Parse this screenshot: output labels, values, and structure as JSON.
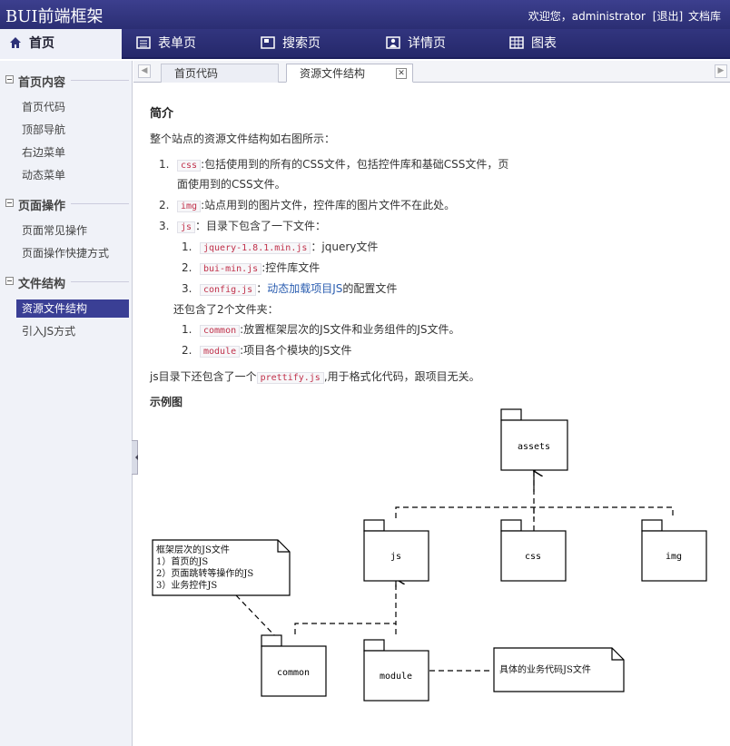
{
  "header": {
    "logo": "BUI前端框架",
    "welcome": "欢迎您，",
    "username": "administrator",
    "logout": "[退出]",
    "docs": "文档库"
  },
  "nav": [
    {
      "label": "首页",
      "icon": "home-icon"
    },
    {
      "label": "表单页",
      "icon": "form-icon"
    },
    {
      "label": "搜索页",
      "icon": "search-page-icon"
    },
    {
      "label": "详情页",
      "icon": "user-icon"
    },
    {
      "label": "图表",
      "icon": "chart-icon"
    }
  ],
  "sidebar": {
    "groups": [
      {
        "title": "首页内容",
        "items": [
          "首页代码",
          "顶部导航",
          "右边菜单",
          "动态菜单"
        ]
      },
      {
        "title": "页面操作",
        "items": [
          "页面常见操作",
          "页面操作快捷方式"
        ]
      },
      {
        "title": "文件结构",
        "items": [
          "资源文件结构",
          "引入JS方式"
        ]
      }
    ]
  },
  "tabs": [
    {
      "label": "首页代码"
    },
    {
      "label": "资源文件结构",
      "close": "✕"
    }
  ],
  "article": {
    "title": "简介",
    "intro": "整个站点的资源文件结构如右图所示：",
    "l1_num": "1.",
    "l1_code": "css",
    "l1_text": ":包括使用到的所有的CSS文件，包括控件库和基础CSS文件，页",
    "l1_text2": "面使用到的CSS文件。",
    "l2_num": "2.",
    "l2_code": "img",
    "l2_text": ":站点用到的图片文件，控件库的图片文件不在此处。",
    "l3_num": "3.",
    "l3_code": "js",
    "l3_text": "：目录下包含了一下文件：",
    "s1_num": "1.",
    "s1_code": "jquery-1.8.1.min.js",
    "s1_text": "：jquery文件",
    "s2_num": "2.",
    "s2_code": "bui-min.js",
    "s2_text": ":控件库文件",
    "s3_num": "3.",
    "s3_code": "config.js",
    "s3_text_a": "：",
    "s3_link": "动态加载项目JS",
    "s3_text_b": "的配置文件",
    "folders": "还包含了2个文件夹：",
    "f1_num": "1.",
    "f1_code": "common",
    "f1_text": ":放置框架层次的JS文件和业务组件的JS文件。",
    "f2_num": "2.",
    "f2_code": "module",
    "f2_text": ":项目各个模块的JS文件",
    "note_a": "js目录下还包含了一个",
    "note_code": "prettify.js",
    "note_b": ",用于格式化代码，跟项目无关。",
    "example": "示例图"
  },
  "diagram": {
    "assets": "assets",
    "js": "js",
    "css": "css",
    "img": "img",
    "common": "common",
    "module": "module",
    "note1_l1": "框架层次的JS文件",
    "note1_l2": "1）首页的JS",
    "note1_l3": "2）页面跳转等操作的JS",
    "note1_l4": "3）业务控件JS",
    "note2": "具体的业务代码JS文件"
  }
}
